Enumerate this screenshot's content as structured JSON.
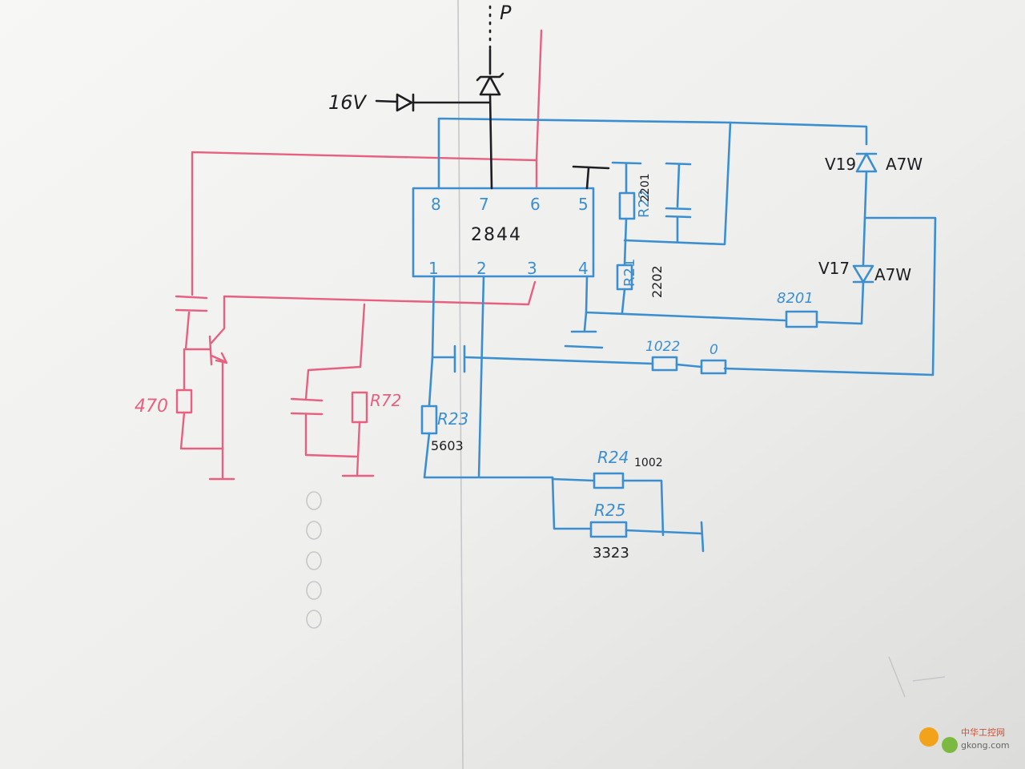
{
  "ic": {
    "name": "2844",
    "pins_top": [
      "8",
      "7",
      "6",
      "5"
    ],
    "pins_bottom": [
      "1",
      "2",
      "3",
      "4"
    ]
  },
  "power": {
    "node": "P",
    "input": "16V"
  },
  "diodes": {
    "v19": {
      "ref": "V19",
      "value": "A7W"
    },
    "v17": {
      "ref": "V17",
      "value": "A7W"
    }
  },
  "resistors": {
    "r22": {
      "ref": "R22",
      "value": "2201"
    },
    "r21": {
      "ref": "R21",
      "value": "2202"
    },
    "r_8201": {
      "value": "8201"
    },
    "r_1022": {
      "value": "1022"
    },
    "r_0": {
      "value": "0"
    },
    "r23": {
      "ref": "R23",
      "value": "5603"
    },
    "r24": {
      "ref": "R24",
      "value": "1002"
    },
    "r25": {
      "ref": "R25",
      "value": "3323"
    },
    "r72": {
      "ref": "R72"
    },
    "r_470": {
      "value": "470"
    }
  },
  "watermark": {
    "cn": "中华工控网",
    "url": "gkong.com"
  },
  "colors": {
    "blue": "#3b8fd0",
    "red": "#e8607f",
    "black": "#1d1d22",
    "paper": "#f3f3f1"
  }
}
